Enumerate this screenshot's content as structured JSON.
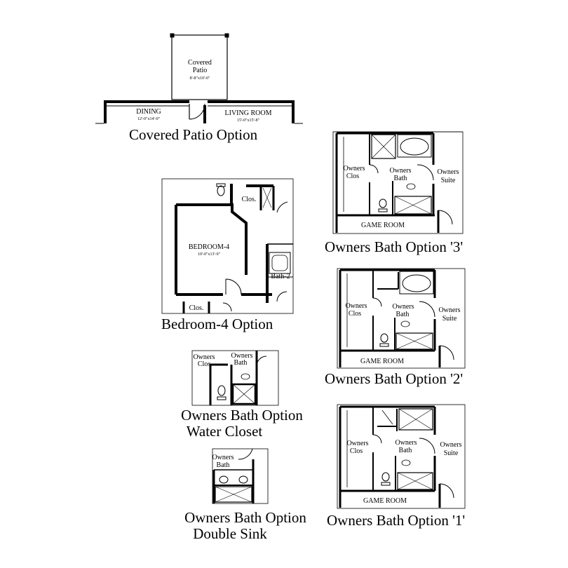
{
  "covered_patio": {
    "caption": "Covered Patio Option",
    "patio_label_1": "Covered",
    "patio_label_2": "Patio",
    "patio_dim": "8'-8\"x10'-0\"",
    "dining_label": "DINING",
    "dining_dim": "12'-0\"x14'-0\"",
    "living_label": "LIVING ROOM",
    "living_dim": "15'-0\"x15'-8\""
  },
  "bedroom4": {
    "caption": "Bedroom-4 Option",
    "bedroom_label": "BEDROOM-4",
    "bedroom_dim": "10'-0\"x13'-9\"",
    "clos_top": "Clos.",
    "clos_bottom": "Clos.",
    "bath2": "Bath-2"
  },
  "water_closet": {
    "caption_1": "Owners Bath Option",
    "caption_2": "Water Closet",
    "clos_1": "Owners",
    "clos_2": "Clos",
    "bath_1": "Owners",
    "bath_2": "Bath"
  },
  "double_sink": {
    "caption_1": "Owners Bath Option",
    "caption_2": "Double Sink",
    "bath_1": "Owners",
    "bath_2": "Bath"
  },
  "opt3": {
    "caption": "Owners Bath Option '3'",
    "clos_1": "Owners",
    "clos_2": "Clos",
    "bath_1": "Owners",
    "bath_2": "Bath",
    "suite_1": "Owners",
    "suite_2": "Suite",
    "game": "GAME ROOM"
  },
  "opt2": {
    "caption": "Owners Bath Option '2'",
    "clos_1": "Owners",
    "clos_2": "Clos",
    "bath_1": "Owners",
    "bath_2": "Bath",
    "suite_1": "Owners",
    "suite_2": "Suite",
    "game": "GAME ROOM"
  },
  "opt1": {
    "caption": "Owners Bath Option '1'",
    "clos_1": "Owners",
    "clos_2": "Clos",
    "bath_1": "Owners",
    "bath_2": "Bath",
    "suite_1": "Owners",
    "suite_2": "Suite",
    "game": "GAME ROOM"
  }
}
